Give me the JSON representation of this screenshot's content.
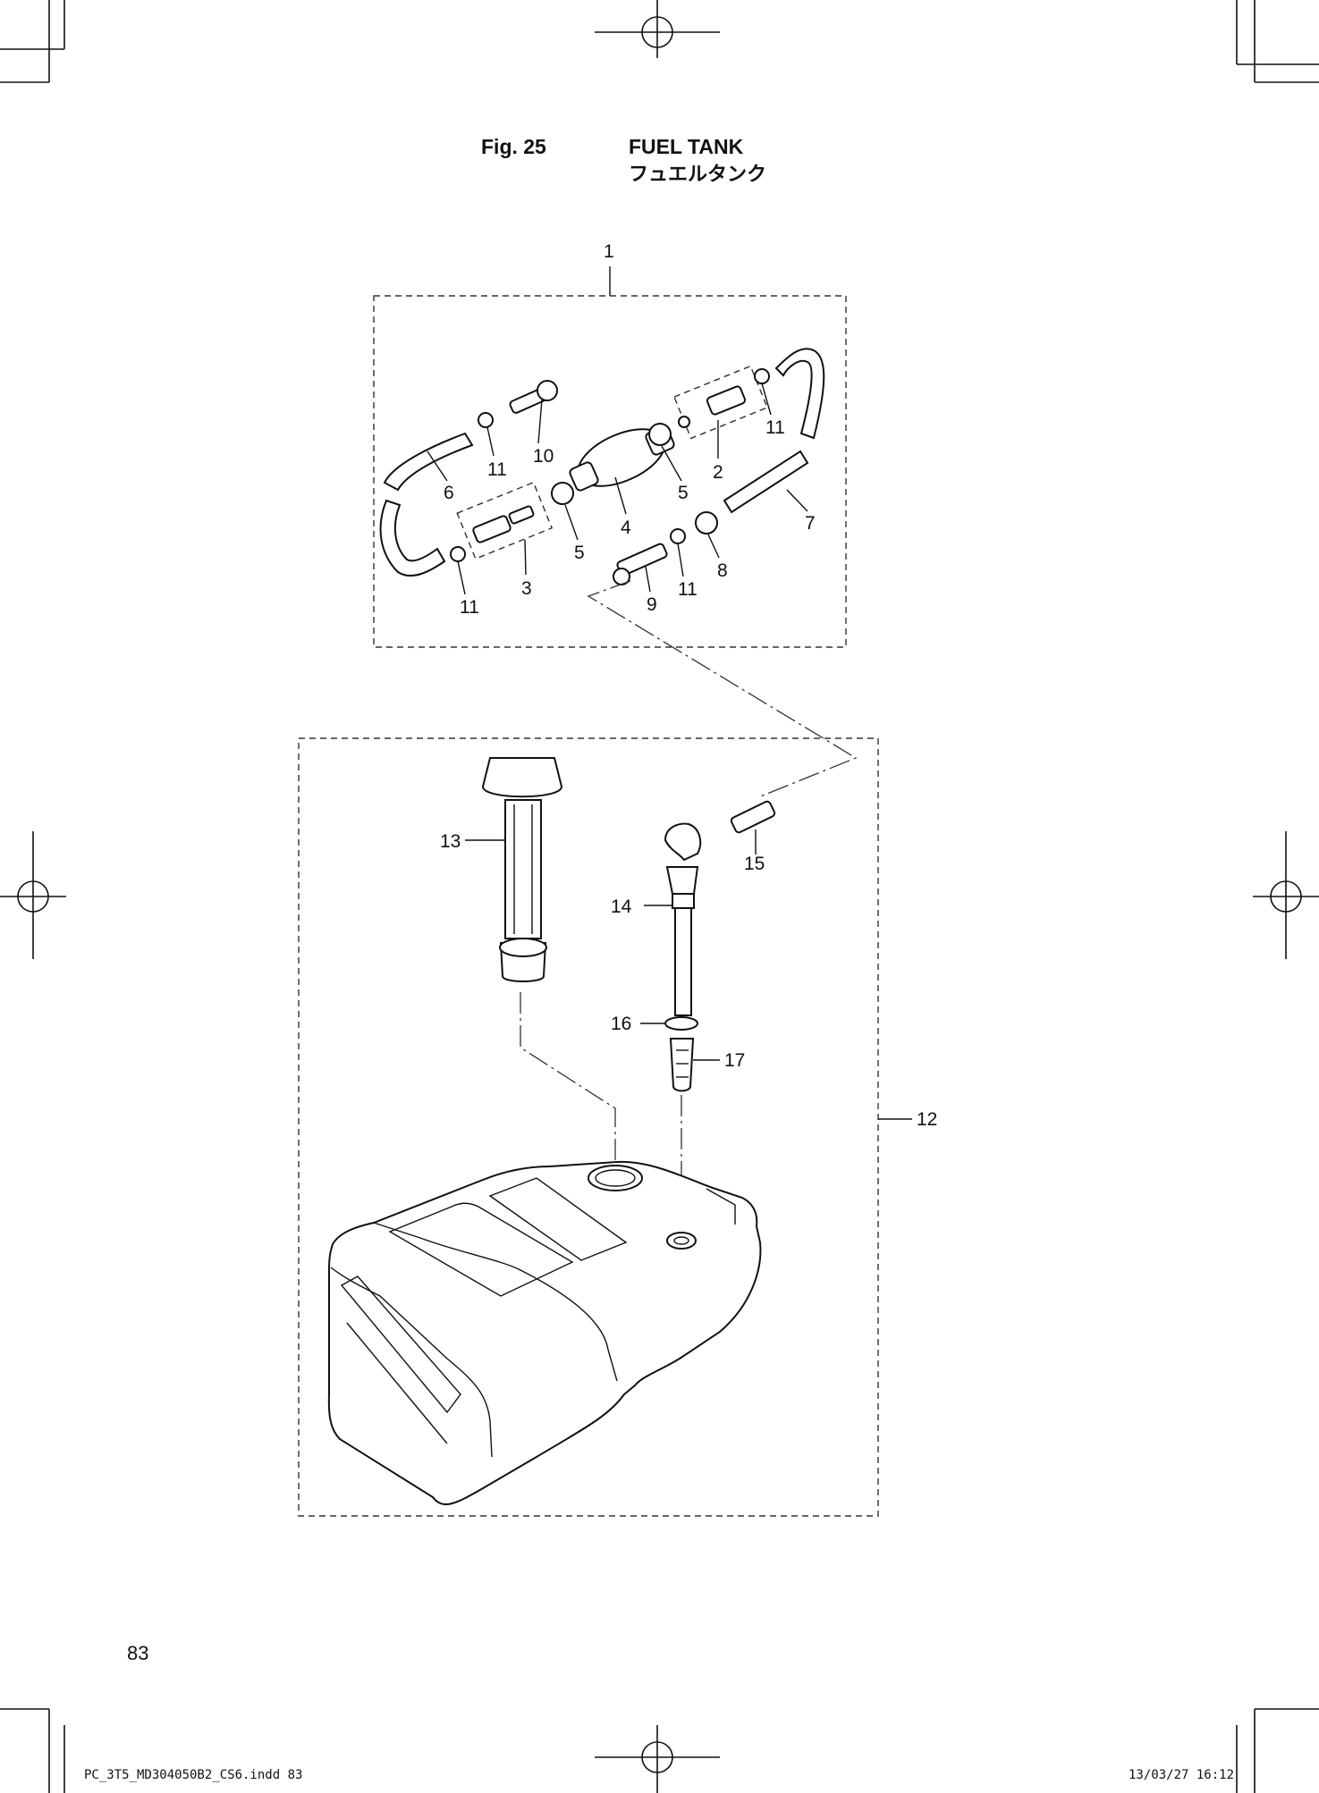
{
  "header": {
    "fig_label": "Fig. 25",
    "title_en": "FUEL TANK",
    "title_jp": "フュエルタンク"
  },
  "callouts": {
    "c1": "1",
    "c2": "2",
    "c3": "3",
    "c4": "4",
    "c5a": "5",
    "c5b": "5",
    "c6": "6",
    "c7": "7",
    "c8": "8",
    "c9": "9",
    "c10": "10",
    "c11a": "11",
    "c11b": "11",
    "c11c": "11",
    "c11d": "11",
    "c12": "12",
    "c13": "13",
    "c14": "14",
    "c15": "15",
    "c16": "16",
    "c17": "17"
  },
  "page_number": "83",
  "footer": {
    "file": "PC_3T5_MD304050B2_CS6.indd  83",
    "timestamp": "13/03/27  16:12"
  },
  "icons": [
    "registration-mark",
    "crop-mark"
  ]
}
